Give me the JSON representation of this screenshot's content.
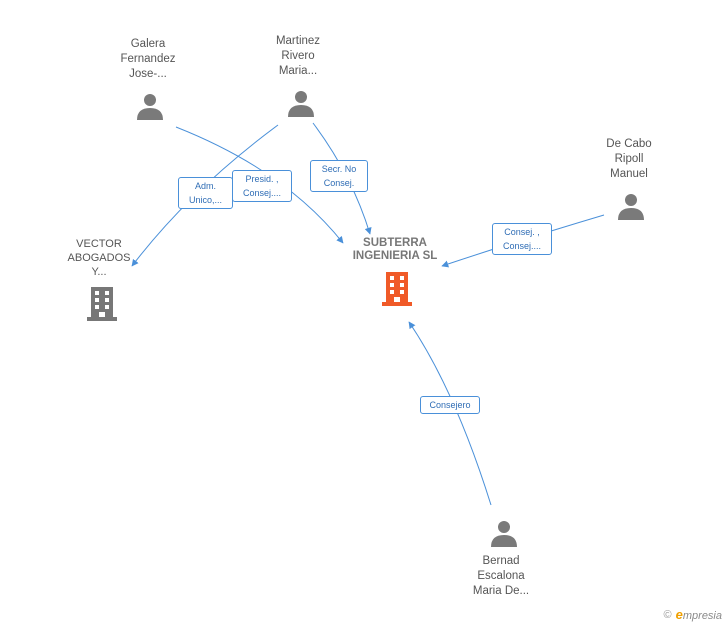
{
  "diagram": {
    "main_company": {
      "lines": [
        "SUBTERRA",
        "INGENIERIA SL"
      ],
      "color": "#f05a28"
    },
    "other_company": {
      "lines": [
        "VECTOR",
        "ABOGADOS",
        "Y..."
      ],
      "color": "#777777"
    },
    "persons": [
      {
        "id": "galera",
        "lines": [
          "Galera",
          "Fernandez",
          "Jose-..."
        ]
      },
      {
        "id": "martinez",
        "lines": [
          "Martinez",
          "Rivero",
          "Maria..."
        ]
      },
      {
        "id": "decabo",
        "lines": [
          "De Cabo",
          "Ripoll",
          "Manuel"
        ]
      },
      {
        "id": "bernad",
        "lines": [
          "Bernad",
          "Escalona",
          "Maria De..."
        ]
      }
    ],
    "roles": [
      {
        "id": "adm",
        "lines": [
          "Adm.",
          "Unico,..."
        ]
      },
      {
        "id": "presid",
        "lines": [
          "Presid. ,",
          "Consej...."
        ]
      },
      {
        "id": "secr",
        "lines": [
          "Secr.  No",
          "Consej."
        ]
      },
      {
        "id": "consej",
        "lines": [
          "Consej. ,",
          "Consej...."
        ]
      },
      {
        "id": "consejero",
        "lines": [
          "Consejero"
        ]
      }
    ],
    "edge_color": "#4a90d9",
    "person_icon_color": "#7a7a7a"
  },
  "brand": {
    "copyright": "©",
    "e_letter": "e",
    "name_rest": "mpresia"
  }
}
